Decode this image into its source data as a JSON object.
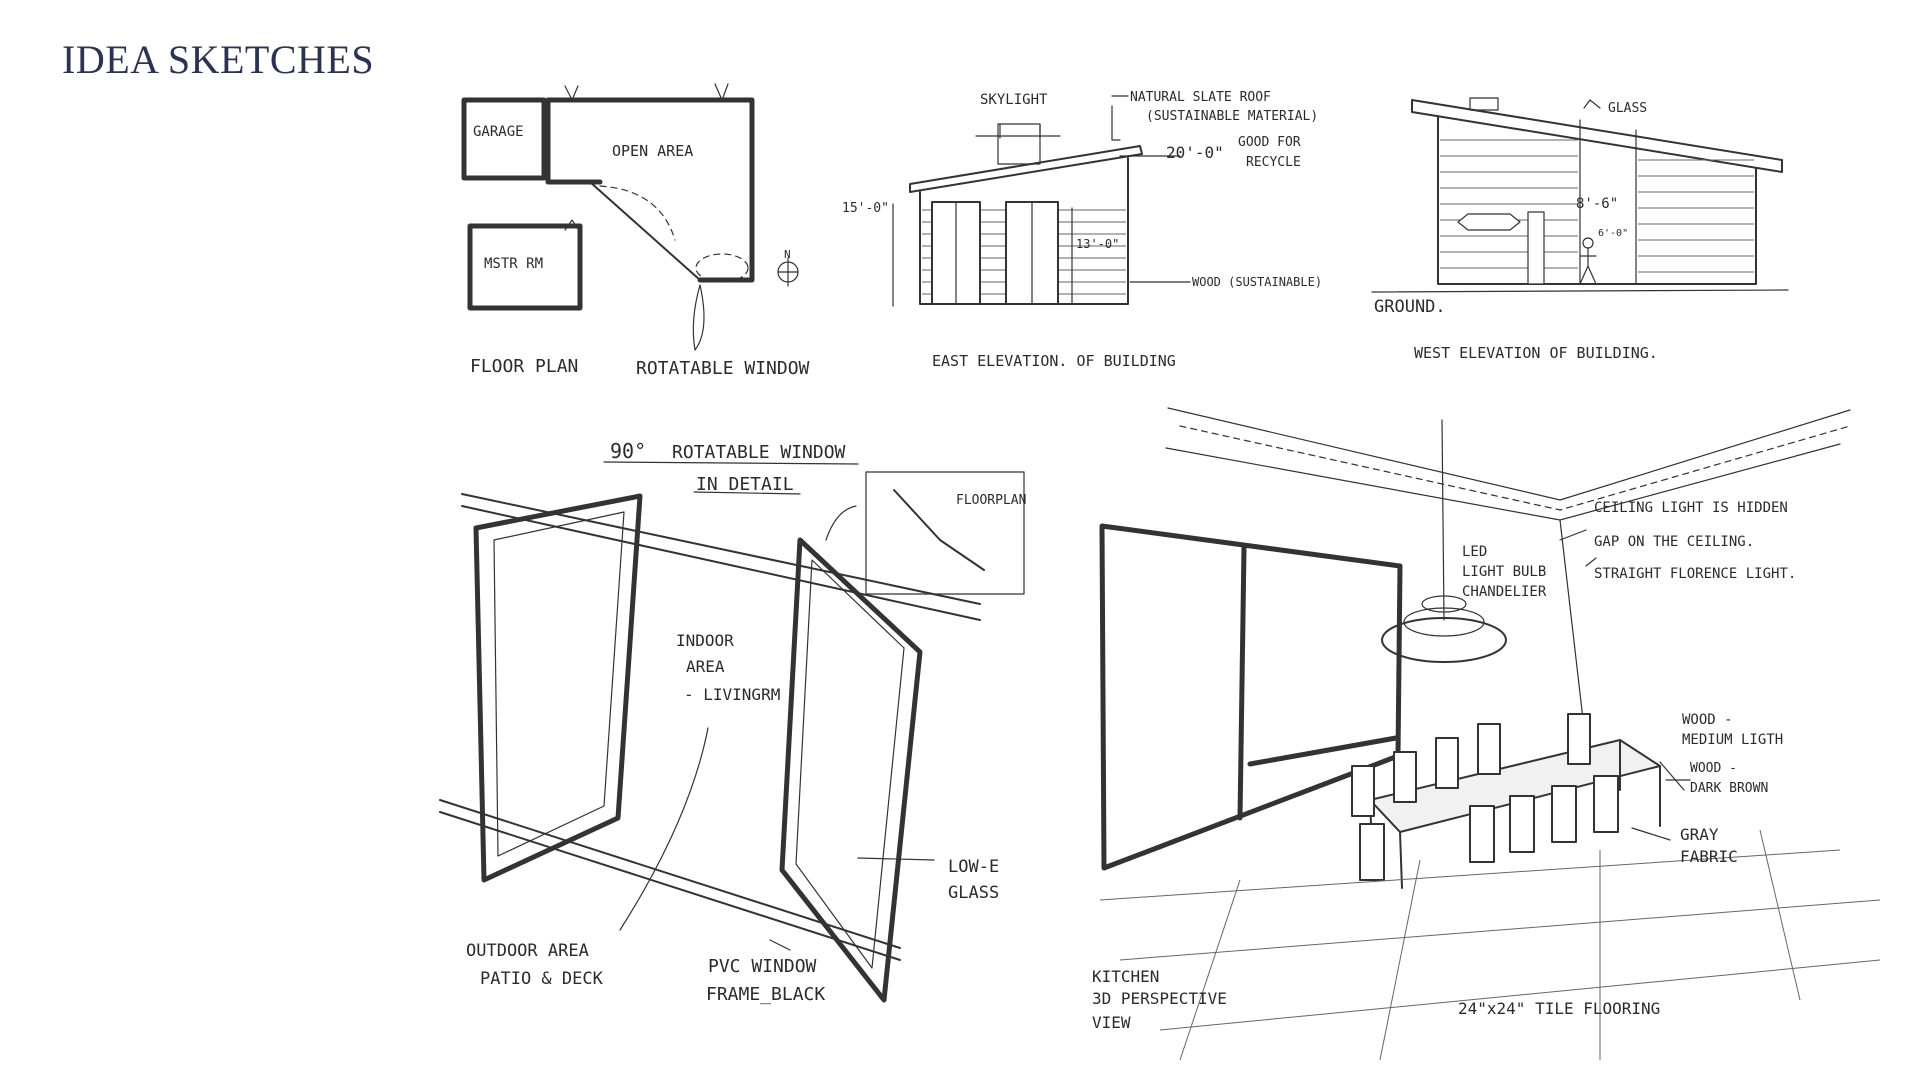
{
  "title": "IDEA SKETCHES",
  "floor_plan": {
    "rooms": {
      "garage": "GARAGE",
      "open_area": "OPEN AREA",
      "master": "MSTR RM"
    },
    "north": "N",
    "caption": "FLOOR PLAN",
    "window_caption": "ROTATABLE WINDOW"
  },
  "east_elevation": {
    "skylight": "SKYLIGHT",
    "roof_note_1": "NATURAL SLATE ROOF",
    "roof_note_2": "(SUSTAINABLE MATERIAL)",
    "height_top": "20'-0\"",
    "good_for_1": "GOOD FOR",
    "good_for_2": "RECYCLE",
    "height_left": "15'-0\"",
    "height_inner": "13'-0\"",
    "wood_note": "WOOD (SUSTAINABLE)",
    "caption": "EAST ELEVATION. OF BUILDING"
  },
  "west_elevation": {
    "glass": "GLASS",
    "height_1": "8'-6\"",
    "height_2": "6'-0\"",
    "ground": "GROUND.",
    "caption": "WEST ELEVATION OF BUILDING."
  },
  "window_detail": {
    "angle": "90°",
    "title_1": "ROTATABLE WINDOW",
    "title_2": "IN DETAIL",
    "inset_label": "FLOORPLAN",
    "indoor_1": "INDOOR",
    "indoor_2": "AREA",
    "indoor_3": "- LIVINGRM",
    "lowe_1": "LOW-E",
    "lowe_2": "GLASS",
    "outdoor_1": "OUTDOOR AREA",
    "outdoor_2": "PATIO & DECK",
    "pvc_1": "PVC WINDOW",
    "pvc_2": "FRAME_BLACK"
  },
  "kitchen": {
    "led_1": "LED",
    "led_2": "LIGHT BULB",
    "led_3": "CHANDELIER",
    "ceiling_1": "CEILING LIGHT IS HIDDEN",
    "ceiling_2": "GAP ON THE CEILING.",
    "ceiling_3": "STRAIGHT FLORENCE LIGHT.",
    "wood_med_1": "WOOD -",
    "wood_med_2": "MEDIUM LIGTH",
    "wood_dark_1": "WOOD -",
    "wood_dark_2": "DARK BROWN",
    "fabric_1": "GRAY",
    "fabric_2": "FABRIC",
    "view_1": "KITCHEN",
    "view_2": "3D PERSPECTIVE",
    "view_3": "VIEW",
    "tile": "24\"x24\" TILE FLOORING"
  }
}
